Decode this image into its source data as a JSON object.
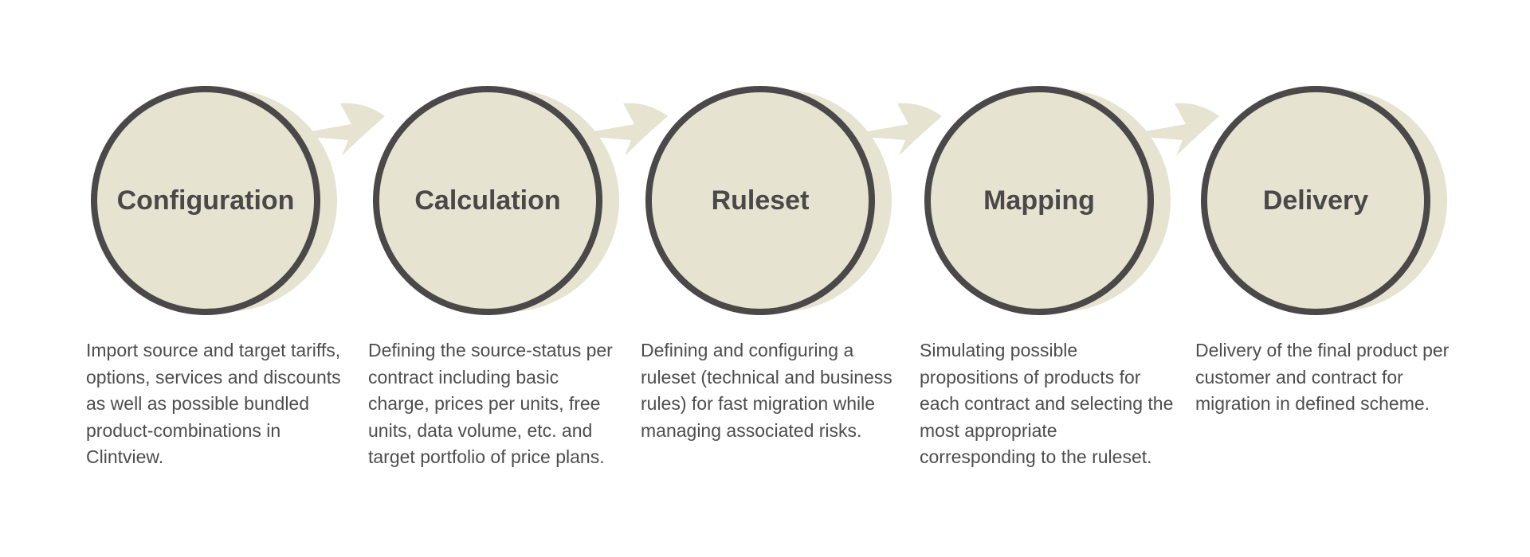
{
  "steps": [
    {
      "title": "Configuration",
      "description": "Import source and target tariffs, options, services and discounts as well as possible bundled product-combinations in Clintview."
    },
    {
      "title": "Calculation",
      "description": "Defining the source-status per contract including basic charge, prices per units, free units, data volume, etc. and target portfolio of price plans."
    },
    {
      "title": "Ruleset",
      "description": "Defining and configuring a ruleset (technical and business rules) for fast migration while managing associated risks."
    },
    {
      "title": "Mapping",
      "description": "Simulating possible propositions of products for each contract and selecting the most appropriate corresponding to the ruleset."
    },
    {
      "title": "Delivery",
      "description": "Delivery of the final product per customer and contract for migration in defined scheme."
    }
  ],
  "colors": {
    "fill": "#e7e3d1",
    "ring": "#4a4848",
    "arrow": "#e7e3d1",
    "text": "#4e4d4d"
  }
}
